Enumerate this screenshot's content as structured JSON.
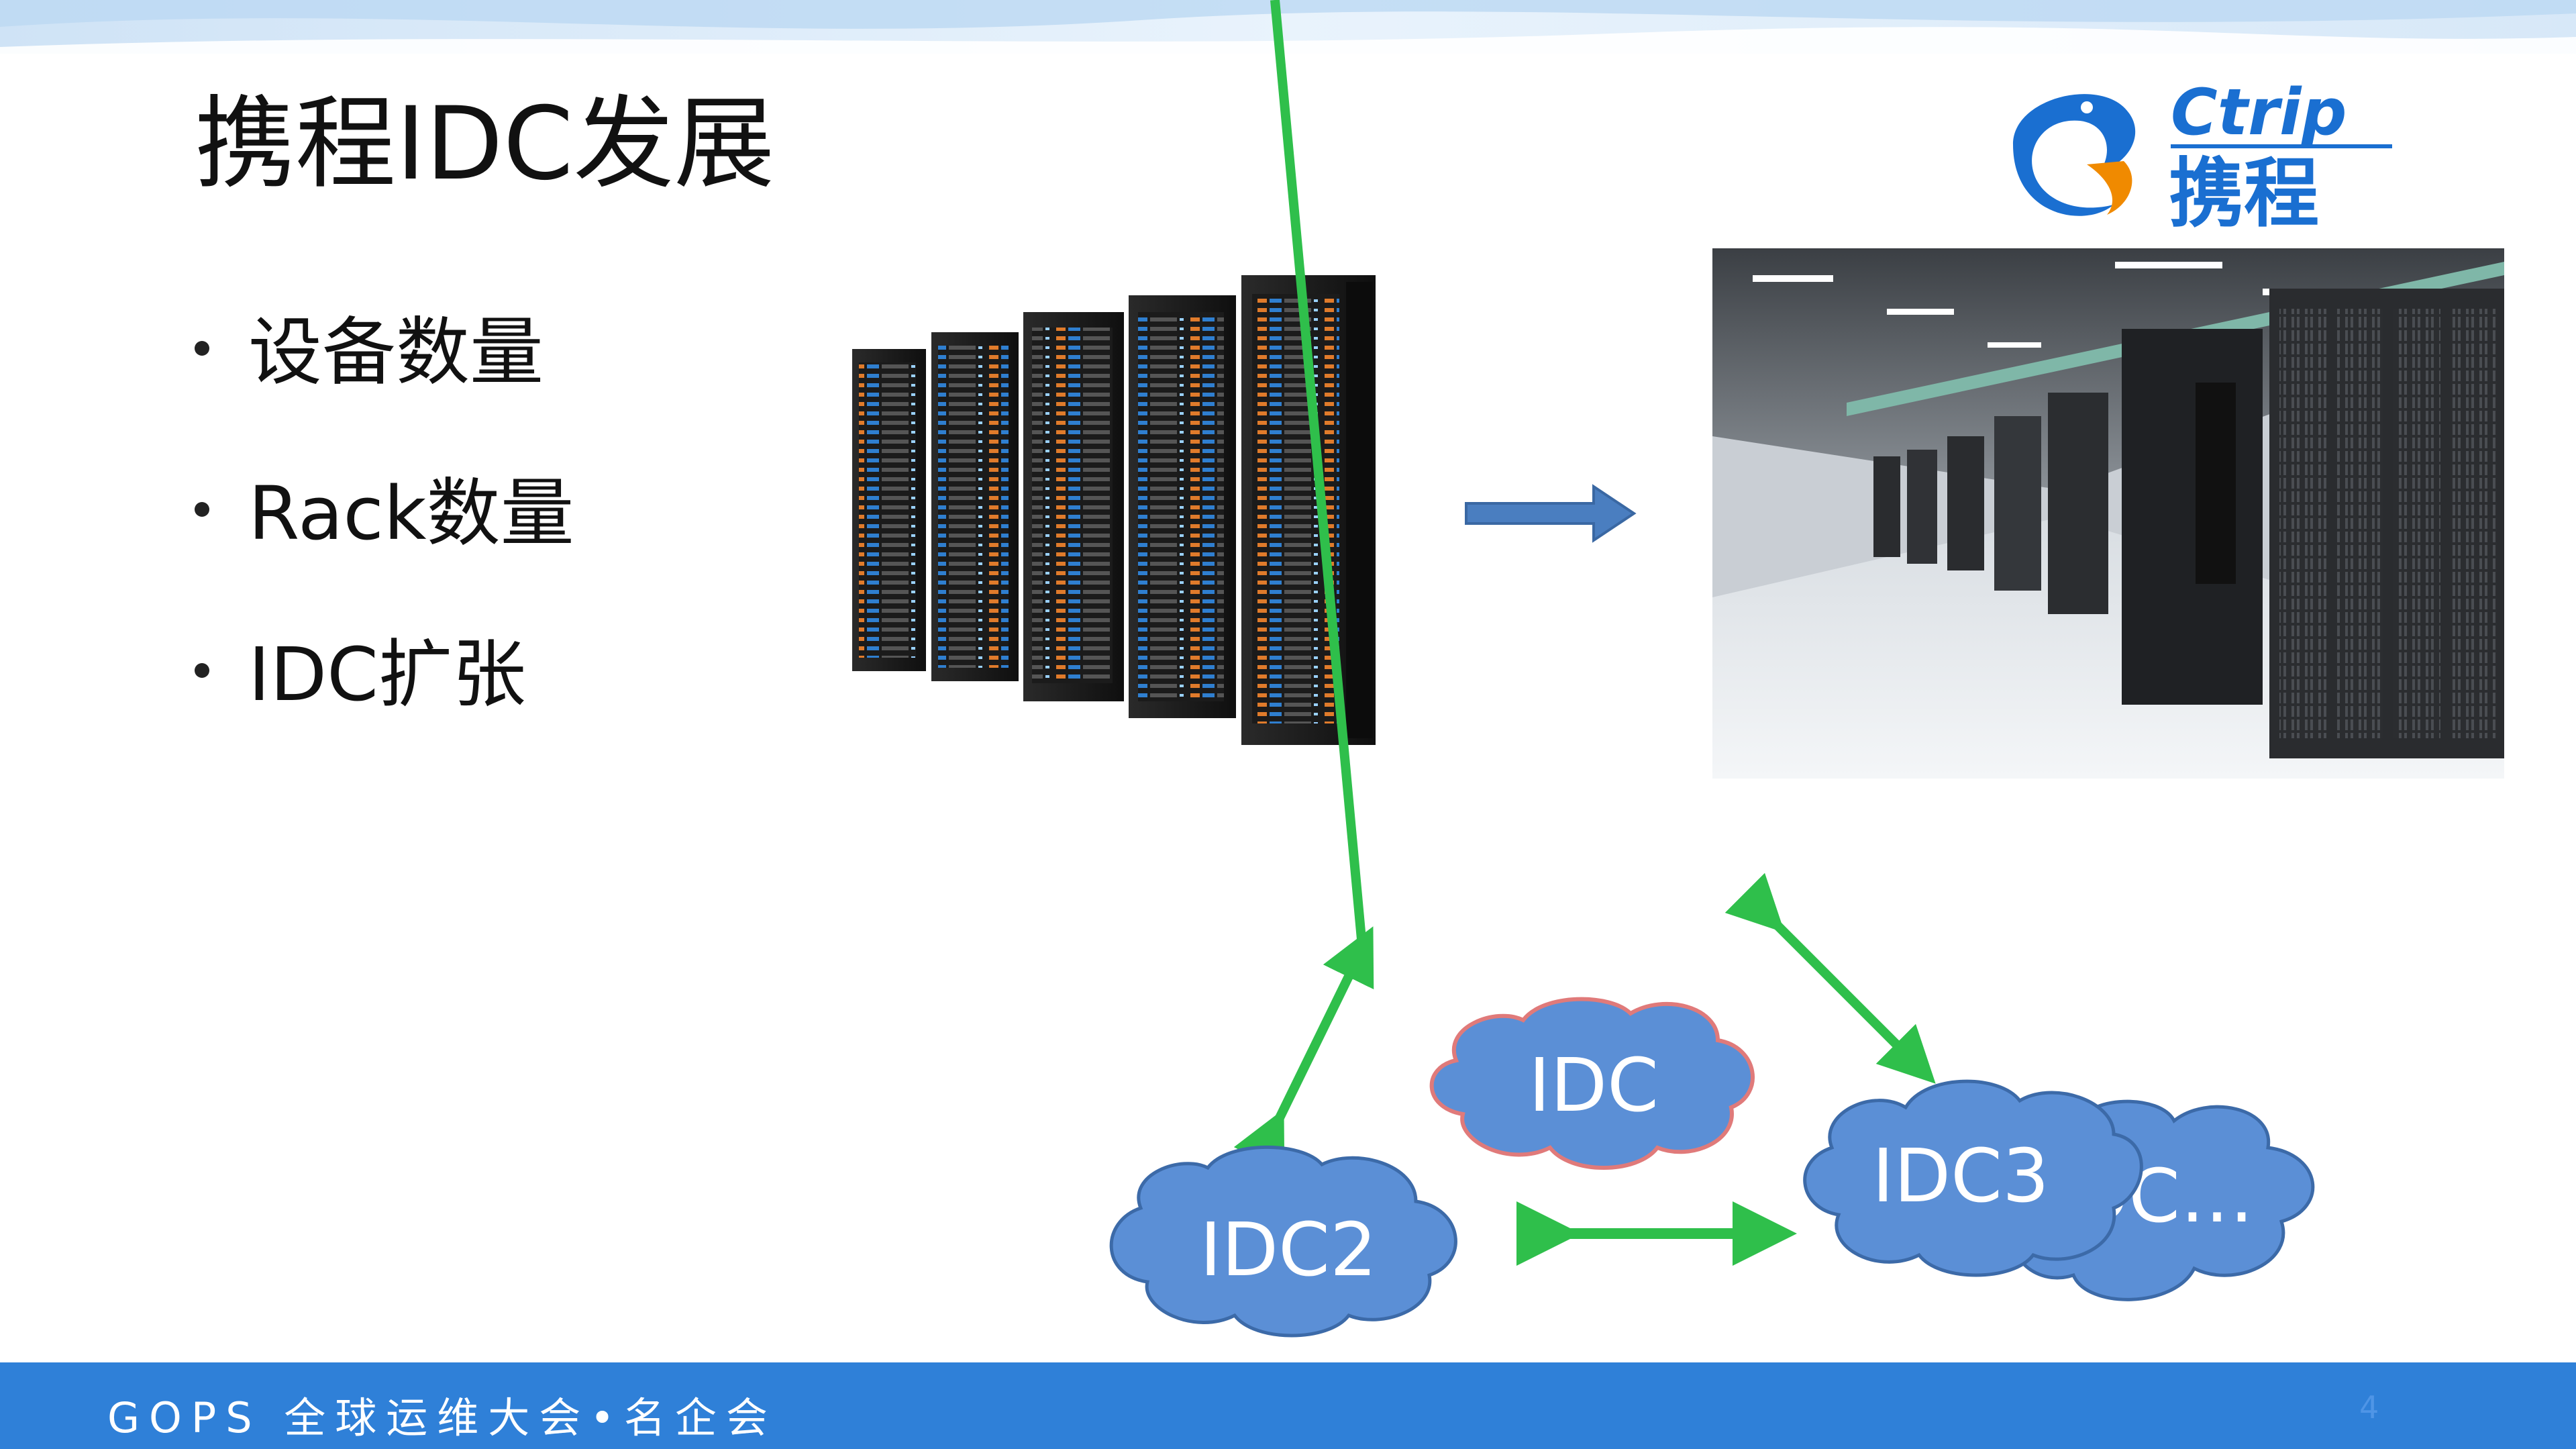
{
  "slide": {
    "title": "携程IDC发展",
    "bullets": [
      {
        "text": "设备数量"
      },
      {
        "text": "Rack数量"
      },
      {
        "text": "IDC扩张"
      }
    ],
    "logo": {
      "latin": "Ctrip",
      "chinese": "携程",
      "brand_color": "#1a6fd1",
      "accent_color": "#f08a00"
    },
    "diagram": {
      "clouds": [
        "IDC",
        "IDC2",
        "IDC3",
        "IDC…"
      ],
      "cloud_fill": "#5b8fd6",
      "cloud_outline_main": "#e07a7a",
      "cloud_outline": "#3c6aa8",
      "arrow_color": "#2fbf4b"
    },
    "arrow_color": "#4a7ec0",
    "footer": {
      "text": "GOPS 全球运维大会•名企会",
      "page_number": "4",
      "background": "#2f80d8"
    }
  }
}
